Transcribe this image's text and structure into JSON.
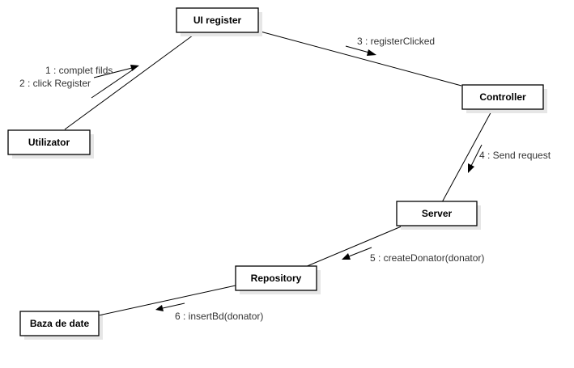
{
  "nodes": {
    "utilizator": "Utilizator",
    "ui_register": "UI register",
    "controller": "Controller",
    "server": "Server",
    "repository": "Repository",
    "baza_de_date": "Baza de date"
  },
  "messages": {
    "m1": "1 : complet filds",
    "m2": "2 : click Register",
    "m3": "3 : registerClicked",
    "m4": "4 : Send request",
    "m5": "5 : createDonator(donator)",
    "m6": "6 : insertBd(donator)"
  }
}
